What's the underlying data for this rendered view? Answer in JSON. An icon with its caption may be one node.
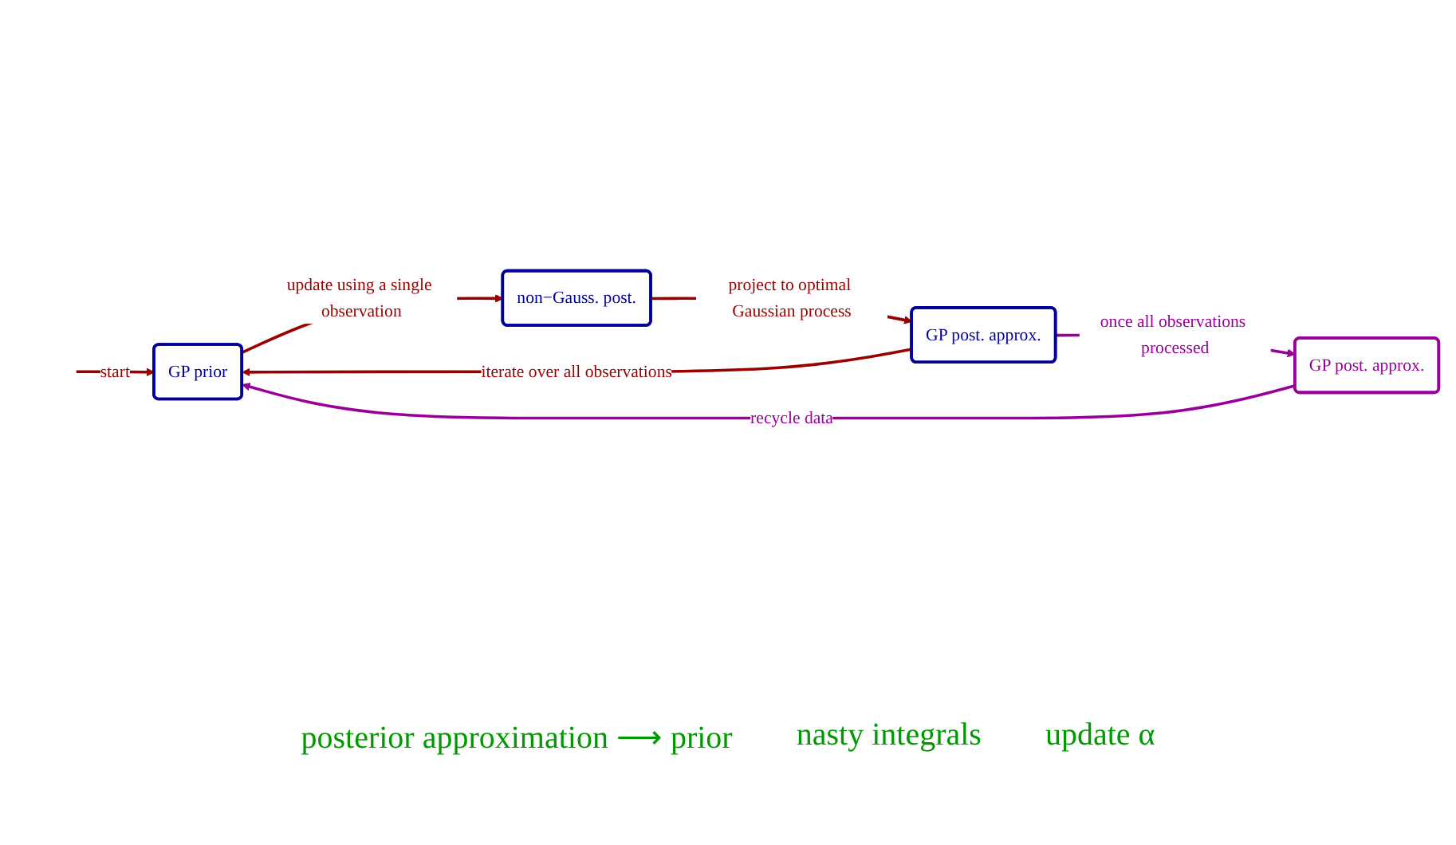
{
  "diagram": {
    "nodes": [
      {
        "text": [
          "GP prior"
        ]
      },
      {
        "text": [
          "GP post. approx."
        ]
      },
      {
        "text": [
          "non−Gauss. post."
        ]
      },
      {
        "text": [
          "GP post. approx."
        ]
      }
    ],
    "edges": [
      {
        "from": null,
        "to": 0,
        "arrow": "to",
        "label": "start"
      },
      {
        "from": 0,
        "to": 2,
        "arrow": "to",
        "label": "update using a single observation"
      },
      {
        "from": 2,
        "to": 1,
        "arrow": "to",
        "label": "project to optimal Gaussian process"
      },
      {
        "from": 1,
        "to": 0,
        "arrow": "to",
        "label": "iterate over all observations"
      },
      {
        "from": 1,
        "to": 3,
        "arrow": "to",
        "label": "once all observations processed",
        "color": "#990099"
      },
      {
        "from": 3,
        "to": 0,
        "arrow": "to",
        "label": "recycle data",
        "color": "#990099"
      }
    ],
    "labels": [
      "posterior approximation ⟶ prior",
      "nasty integrals",
      "update α"
    ]
  }
}
